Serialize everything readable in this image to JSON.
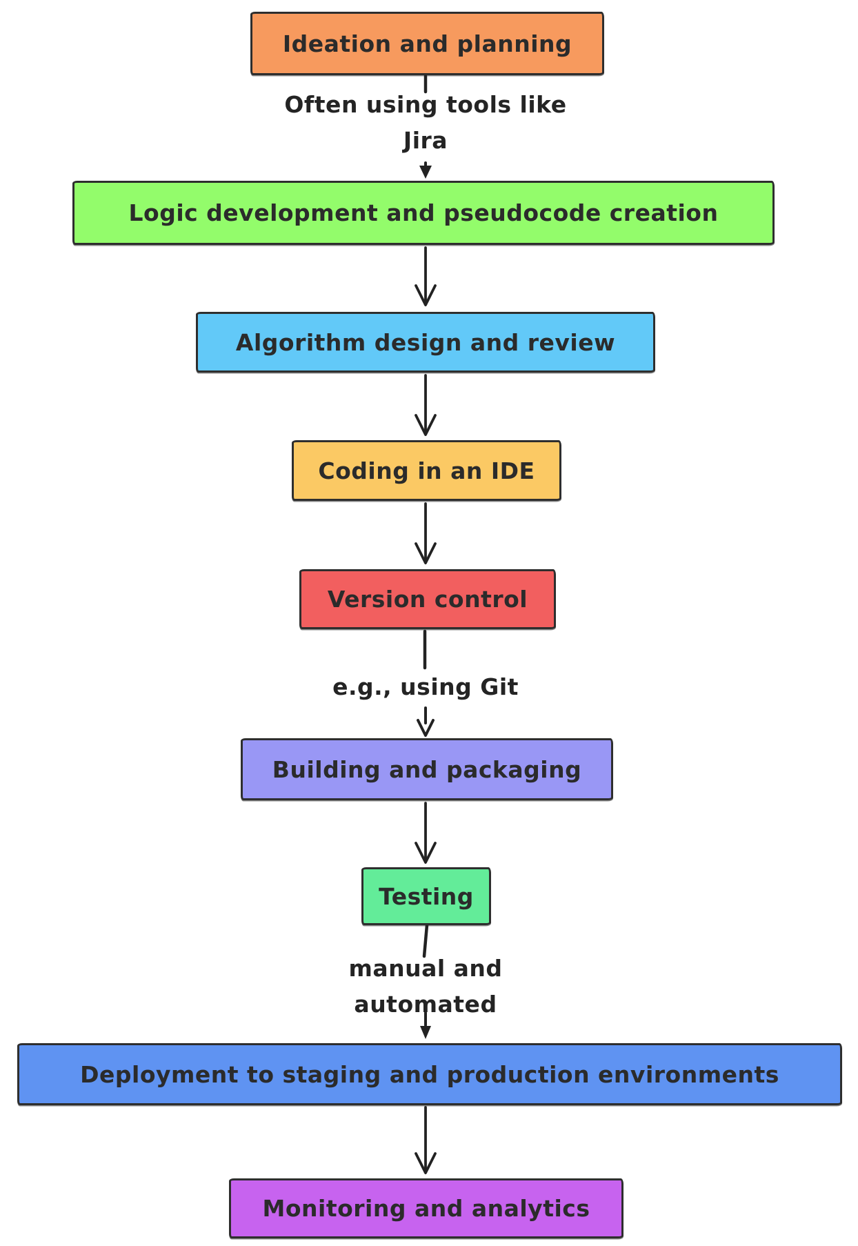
{
  "diagram": {
    "background": "#ffffff",
    "stroke_color": "#222222",
    "border_color": "#2e2e2e",
    "text_color": "#2b2b2b",
    "nodes": [
      {
        "id": "ideation",
        "label": "Ideation and planning",
        "fill": "#f79a5e"
      },
      {
        "id": "logic",
        "label": "Logic development and pseudocode creation",
        "fill": "#93fc6b"
      },
      {
        "id": "algorithm",
        "label": "Algorithm design and review",
        "fill": "#62c9f8"
      },
      {
        "id": "coding",
        "label": "Coding in an IDE",
        "fill": "#fbc964"
      },
      {
        "id": "version",
        "label": "Version control",
        "fill": "#f25f5f"
      },
      {
        "id": "building",
        "label": "Building and packaging",
        "fill": "#9997f5"
      },
      {
        "id": "testing",
        "label": "Testing",
        "fill": "#63ec99"
      },
      {
        "id": "deployment",
        "label": "Deployment to staging and production environments",
        "fill": "#5f93f2"
      },
      {
        "id": "monitoring",
        "label": "Monitoring and analytics",
        "fill": "#c763ef"
      }
    ],
    "edges": [
      {
        "from": "ideation",
        "to": "logic",
        "label": "Often using tools like Jira"
      },
      {
        "from": "logic",
        "to": "algorithm",
        "label": ""
      },
      {
        "from": "algorithm",
        "to": "coding",
        "label": ""
      },
      {
        "from": "coding",
        "to": "version",
        "label": ""
      },
      {
        "from": "version",
        "to": "building",
        "label": "e.g., using Git"
      },
      {
        "from": "building",
        "to": "testing",
        "label": ""
      },
      {
        "from": "testing",
        "to": "deployment",
        "label": "manual and automated"
      },
      {
        "from": "deployment",
        "to": "monitoring",
        "label": ""
      }
    ],
    "edge_labels": [
      {
        "lines": [
          "Often using tools like",
          "Jira"
        ]
      },
      {
        "lines": [
          "e.g., using Git"
        ]
      },
      {
        "lines": [
          "manual and",
          "automated"
        ]
      }
    ]
  }
}
